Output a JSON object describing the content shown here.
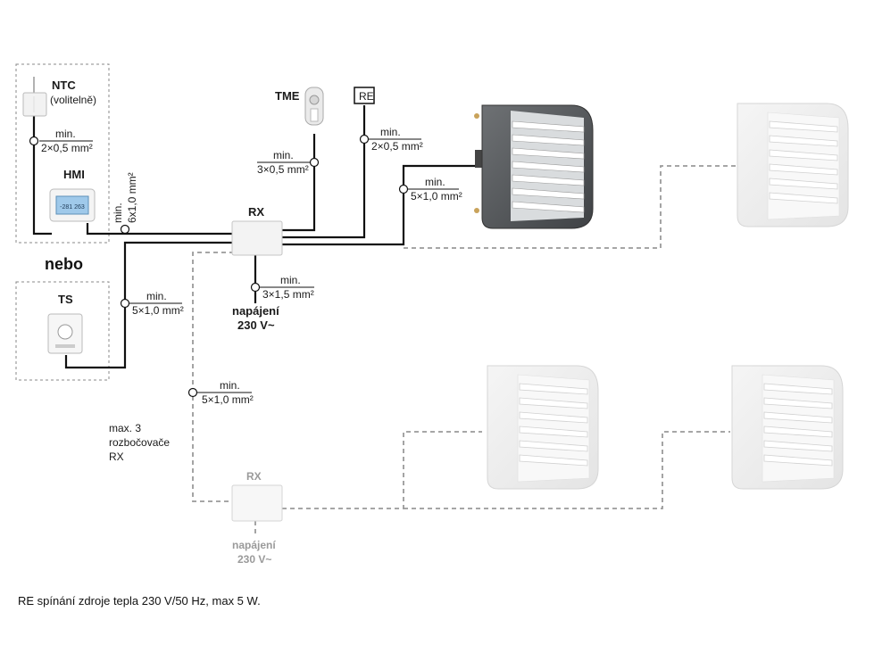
{
  "labels": {
    "ntc": "NTC",
    "ntc_optional": "(volitelně)",
    "hmi": "HMI",
    "hmi_display": "-281 263",
    "nebo": "nebo",
    "ts": "TS",
    "tme": "TME",
    "re": "RE",
    "rx_main": "RX",
    "rx_secondary": "RX",
    "power_main_1": "napájení",
    "power_main_2": "230 V~",
    "power_secondary_1": "napájení",
    "power_secondary_2": "230 V~",
    "max_splitters_1": "max. 3",
    "max_splitters_2": "rozbočovače",
    "max_splitters_3": "RX",
    "footnote": "RE  spínání zdroje tepla 230 V/50 Hz, max 5 W."
  },
  "cables": {
    "ntc": {
      "min": "min.",
      "spec": "2×0,5 mm²"
    },
    "hmi": {
      "min": "min.",
      "spec": "6x1,0 mm²"
    },
    "tme": {
      "min": "min.",
      "spec": "3×0,5 mm²"
    },
    "re": {
      "min": "min.",
      "spec": "2×0,5 mm²"
    },
    "heater": {
      "min": "min.",
      "spec": "5×1,0 mm²"
    },
    "power": {
      "min": "min.",
      "spec": "3×1,5 mm²"
    },
    "ts": {
      "min": "min.",
      "spec": "5×1,0 mm²"
    },
    "chain": {
      "min": "min.",
      "spec": "5×1,0 mm²"
    }
  },
  "colors": {
    "wire": "#111111",
    "dashed_wire": "#9a9a9a",
    "heater_active": "#5a5d60",
    "heater_inactive": "#ededed"
  },
  "icons": [
    "ntc-sensor-icon",
    "hmi-controller-icon",
    "ts-controller-icon",
    "tme-thermostat-icon",
    "rx-splitter-icon",
    "heater-icon"
  ]
}
